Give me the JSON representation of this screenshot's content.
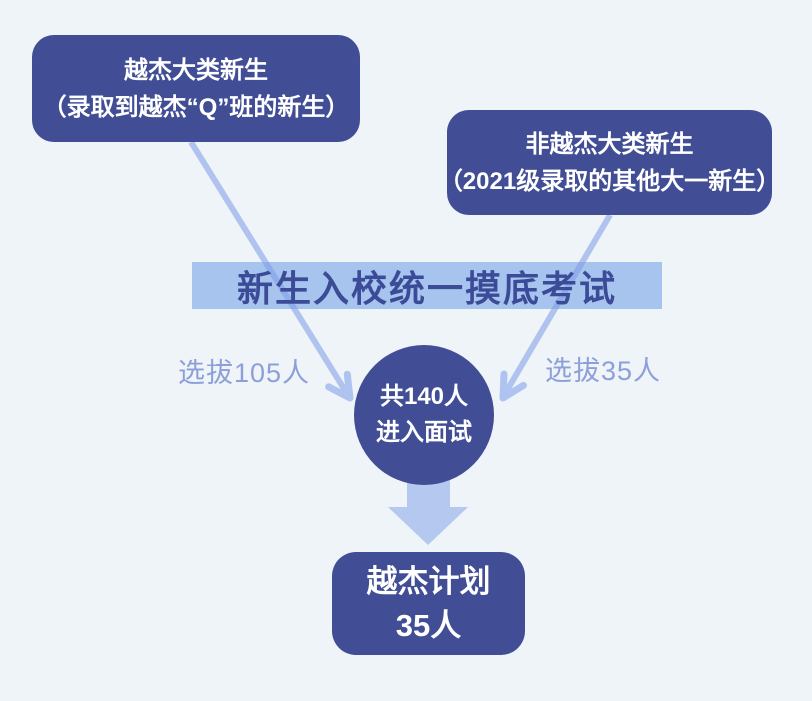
{
  "diagram": {
    "title_hint": "enrollment selection flow",
    "colors": {
      "background": "#eff4f9",
      "node_fill": "#414e95",
      "node_text": "#ffffff",
      "banner_fill": "#a6c4ed",
      "banner_text": "#3c4b97",
      "connector": "#aec3ef",
      "edge_label_text": "#8c9fd8"
    },
    "nodes": {
      "box_left": {
        "line1": "越杰大类新生",
        "line2": "（录取到越杰“Q”班的新生）"
      },
      "box_right": {
        "line1": "非越杰大类新生",
        "line2": "（2021级录取的其他大一新生）"
      },
      "banner": {
        "text": "新生入校统一摸底考试"
      },
      "circle": {
        "line1": "共140人",
        "line2": "进入面试"
      },
      "box_final": {
        "line1": "越杰计划",
        "line2": "35人"
      }
    },
    "edge_labels": {
      "left": "选拔105人",
      "right": "选拔35人"
    }
  }
}
